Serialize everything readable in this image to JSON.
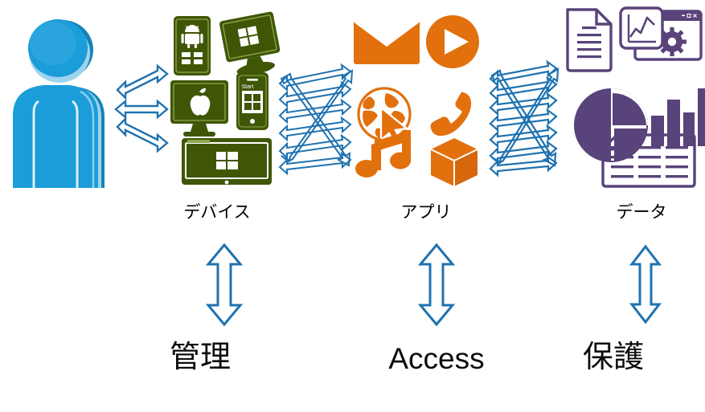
{
  "diagram": {
    "title": "Devices, Apps and Data management diagram",
    "background_color": "#ffffff"
  },
  "colors": {
    "person_blue": "#1b9dd9",
    "person_blue_dark": "#1683b6",
    "person_blue_light": "#9fd4ef",
    "device_green": "#3f5607",
    "app_orange": "#e2700d",
    "data_purple": "#58437a",
    "arrow_blue": "#1f72b0",
    "label_black": "#0d0d0d"
  },
  "person": {
    "name": "user"
  },
  "columns": [
    {
      "key": "devices",
      "label": "デバイス",
      "color": "#3f5607",
      "icons": [
        "android-tablet-icon",
        "windows-desktop-monitor-icon",
        "apple-mac-monitor-icon",
        "windows-phone-icon",
        "windows-tablet-icon"
      ],
      "phone_screen_text": "Start"
    },
    {
      "key": "apps",
      "label": "アプリ",
      "color": "#e2700d",
      "icons": [
        "mail-envelope-icon",
        "play-button-icon",
        "globe-cursor-icon",
        "phone-handset-icon",
        "music-note-icon",
        "box-package-icon"
      ]
    },
    {
      "key": "data",
      "label": "データ",
      "color": "#58437a",
      "icons": [
        "document-icon",
        "line-chart-window-gear-icon",
        "pie-chart-icon",
        "bar-chart-icon",
        "table-spreadsheet-icon"
      ]
    }
  ],
  "connectors": [
    {
      "key": "user-to-devices",
      "type": "triple-arrow",
      "color": "#1f72b0"
    },
    {
      "key": "devices-to-apps",
      "type": "mesh-arrow",
      "color": "#1f72b0"
    },
    {
      "key": "apps-to-data",
      "type": "mesh-arrow",
      "color": "#1f72b0"
    }
  ],
  "actions": [
    {
      "key": "manage",
      "label": "管理",
      "script": "japanese",
      "arrow": "vertical-double-arrow"
    },
    {
      "key": "access",
      "label": "Access",
      "script": "latin",
      "arrow": "vertical-double-arrow"
    },
    {
      "key": "protect",
      "label": "保護",
      "script": "japanese",
      "arrow": "vertical-double-arrow"
    }
  ]
}
